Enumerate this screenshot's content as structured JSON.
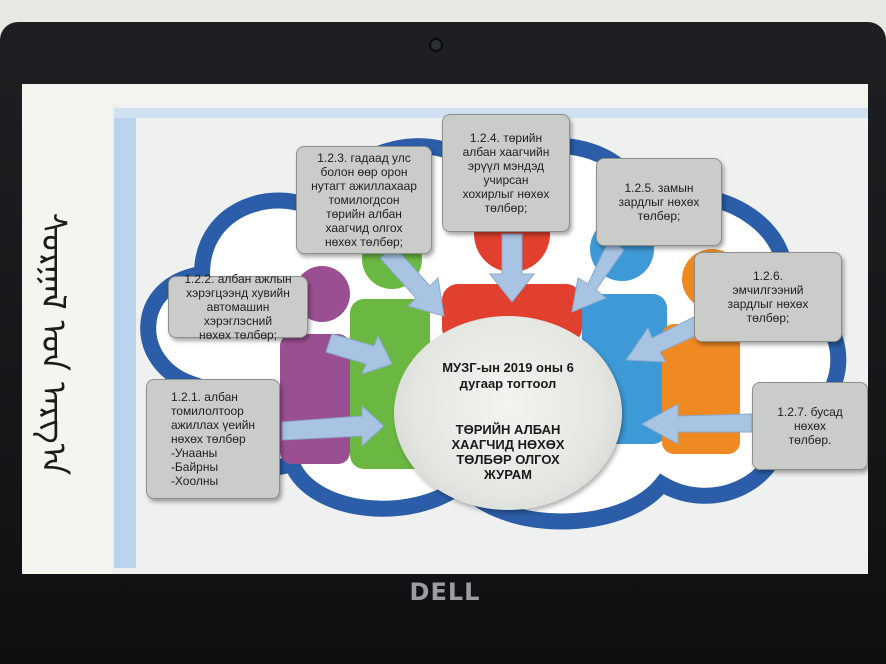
{
  "laptop": {
    "brand": "DELL"
  },
  "slide": {
    "vertical_script": "ᠰᠤᠷᠭᠠᠯ ᠤᠨ ᠠᠷᠭ᠎ᠠ",
    "center": {
      "line1": "МУЗГ-ын 2019 оны 6\nдугаар тогтоол",
      "line2": "ТӨРИЙН АЛБАН\nХААГЧИД НӨХӨХ\nТӨЛБӨР ОЛГОХ\nЖУРАМ"
    },
    "boxes": {
      "b121": "1.2.1. албан\nтомилолтоор\nажиллах үеийн\nнөхөх төлбөр\n-Унааны\n-Байрны\n-Хоолны",
      "b122": "1.2.2. албан ажлын\nхэрэгцээнд хувийн\nавтомашин хэрэглэсний\nнөхөх төлбөр;",
      "b123": "1.2.3. гадаад улс\nболон өөр орон\nнутагт ажиллахаар\nтомилогдсон\nтөрийн албан\nхаагчид олгох\nнөхөх төлбөр;",
      "b124": "1.2.4. төрийн\nалбан хаагчийн\nэрүүл мэндэд\nучирсан\nхохирлыг нөхөх\nтөлбөр;",
      "b125": "1.2.5. замын\nзардлыг нөхөх\nтөлбөр;",
      "b126": "1.2.6.\nэмчилгээний\nзардлыг нөхөх\nтөлбөр;",
      "b127": "1.2.7. бусад\nнөхөх\nтөлбөр."
    },
    "colors": {
      "cloud_outline": "#2b5da8",
      "person_purple": "#9b4f93",
      "person_green": "#6ab842",
      "person_red": "#e2402e",
      "person_blue": "#3d9ad6",
      "person_orange": "#ef8a23",
      "arrow": "#a9c4e3",
      "box_fill": "#c9ccc8"
    }
  }
}
